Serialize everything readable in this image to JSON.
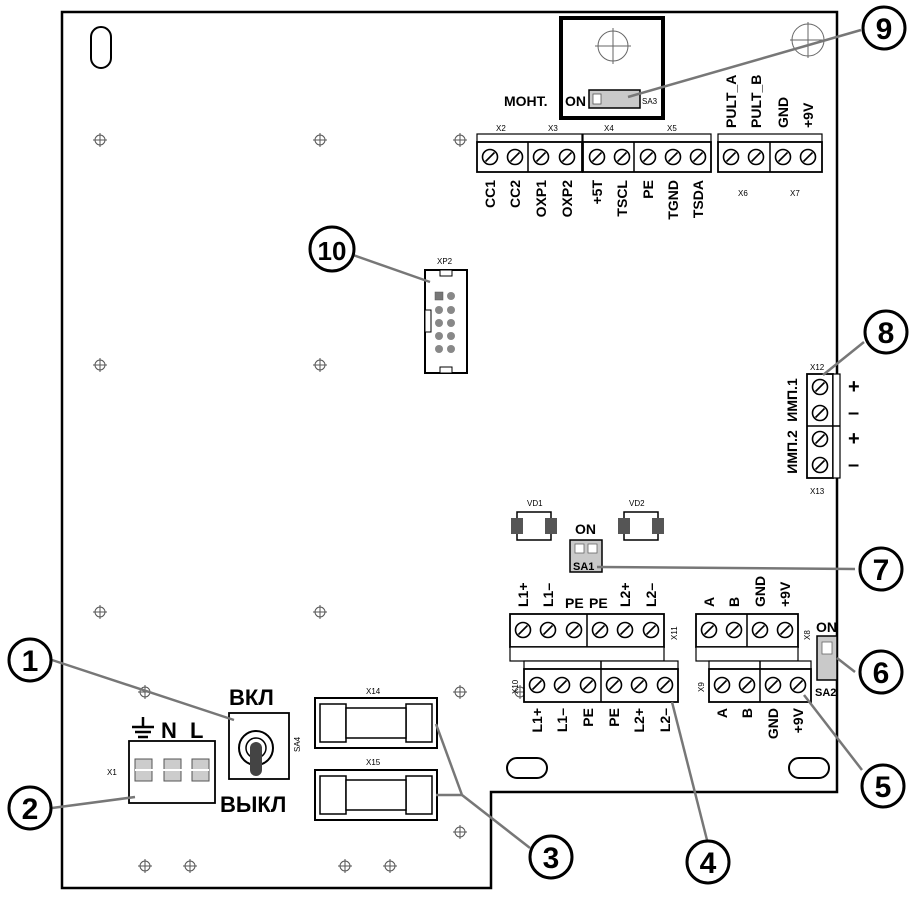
{
  "callouts": [
    "1",
    "2",
    "3",
    "4",
    "5",
    "6",
    "7",
    "8",
    "9",
    "10"
  ],
  "sa3": {
    "mode": "МОНТ.",
    "on": "ON",
    "ref": "SA3"
  },
  "terminals": {
    "x2": {
      "ref": "X2",
      "pins": [
        "CC1",
        "CC2"
      ]
    },
    "x3": {
      "ref": "X3",
      "pins": [
        "OXP1",
        "OXP2"
      ]
    },
    "x4": {
      "ref": "X4",
      "pins": [
        "+5T",
        "TSCL"
      ]
    },
    "x5": {
      "ref": "X5",
      "pins": [
        "PE",
        "TGND",
        "TSDA"
      ]
    },
    "x6": {
      "ref": "X6",
      "pins": [
        "PULT_A",
        "PULT_B"
      ]
    },
    "x7": {
      "ref": "X7",
      "pins": [
        "GND",
        "+9V"
      ]
    },
    "x12": {
      "ref": "X12",
      "name": "ИМП.1",
      "signs": [
        "+",
        "–"
      ]
    },
    "x13": {
      "ref": "X13",
      "name": "ИМП.2",
      "signs": [
        "+",
        "–"
      ]
    },
    "x11": {
      "ref": "X11",
      "pins": [
        "L1+",
        "L1–",
        "PE",
        "PE",
        "L2+",
        "L2–"
      ]
    },
    "x10": {
      "ref": "X10",
      "pins": [
        "L1+",
        "L1–",
        "PE",
        "PE",
        "L2+",
        "L2–"
      ]
    },
    "x8": {
      "ref": "X8",
      "pins": [
        "A",
        "B",
        "GND",
        "+9V"
      ]
    },
    "x9": {
      "ref": "X9",
      "pins": [
        "A",
        "B",
        "GND",
        "+9V"
      ]
    },
    "x1": {
      "ref": "X1",
      "pins": [
        "N",
        "L"
      ]
    }
  },
  "xp2": {
    "ref": "XP2"
  },
  "vd1": {
    "ref": "VD1"
  },
  "vd2": {
    "ref": "VD2"
  },
  "sa1": {
    "on": "ON",
    "ref": "SA1"
  },
  "sa2": {
    "on": "ON",
    "ref": "SA2"
  },
  "sa4": {
    "on": "ВКЛ",
    "off": "ВЫКЛ",
    "ref": "SA4"
  },
  "fuses": {
    "x14": "X14",
    "x15": "X15"
  }
}
